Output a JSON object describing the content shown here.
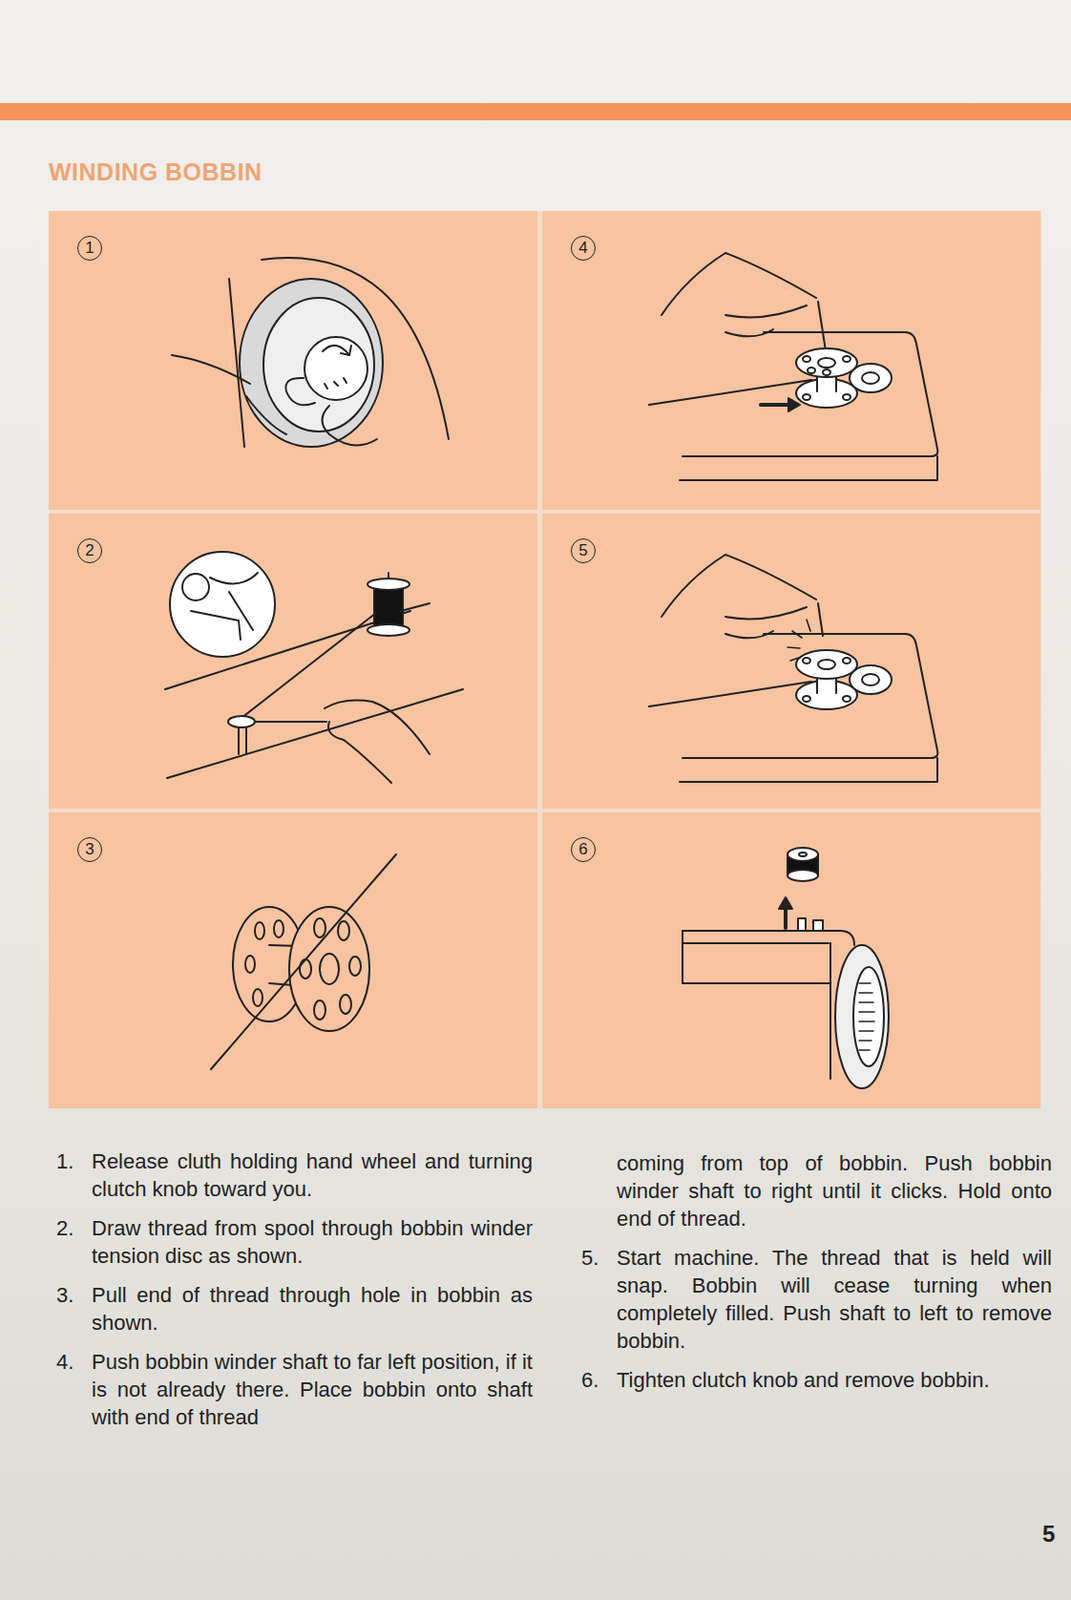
{
  "diagram": {
    "title": "WINDING BOBBIN",
    "nodes": [
      {
        "text": [
          "1"
        ]
      },
      {
        "text": [
          "4"
        ]
      },
      {
        "text": [
          "2"
        ]
      },
      {
        "text": [
          "5"
        ]
      },
      {
        "text": [
          "3"
        ]
      },
      {
        "text": [
          "6"
        ]
      }
    ],
    "labels": [
      "1.",
      "Release cluth holding hand wheel and turning clutch knob toward you.",
      "2.",
      "Draw thread from spool through bobbin winder tension disc as shown.",
      "3.",
      "Pull end of thread through hole in bobbin as shown.",
      "4.",
      "Push bobbin winder shaft to far left position, if it is not already there. Place bobbin onto shaft with end of thread",
      "coming from top of bobbin. Push bobbin winder shaft to right until it clicks. Hold onto end of thread.",
      "5.",
      "Start machine. The thread that is held will snap. Bobbin will cease turning when completely filled. Push shaft to left to remove bobbin.",
      "6.",
      "Tighten clutch knob and remove bobbin.",
      "5"
    ]
  }
}
